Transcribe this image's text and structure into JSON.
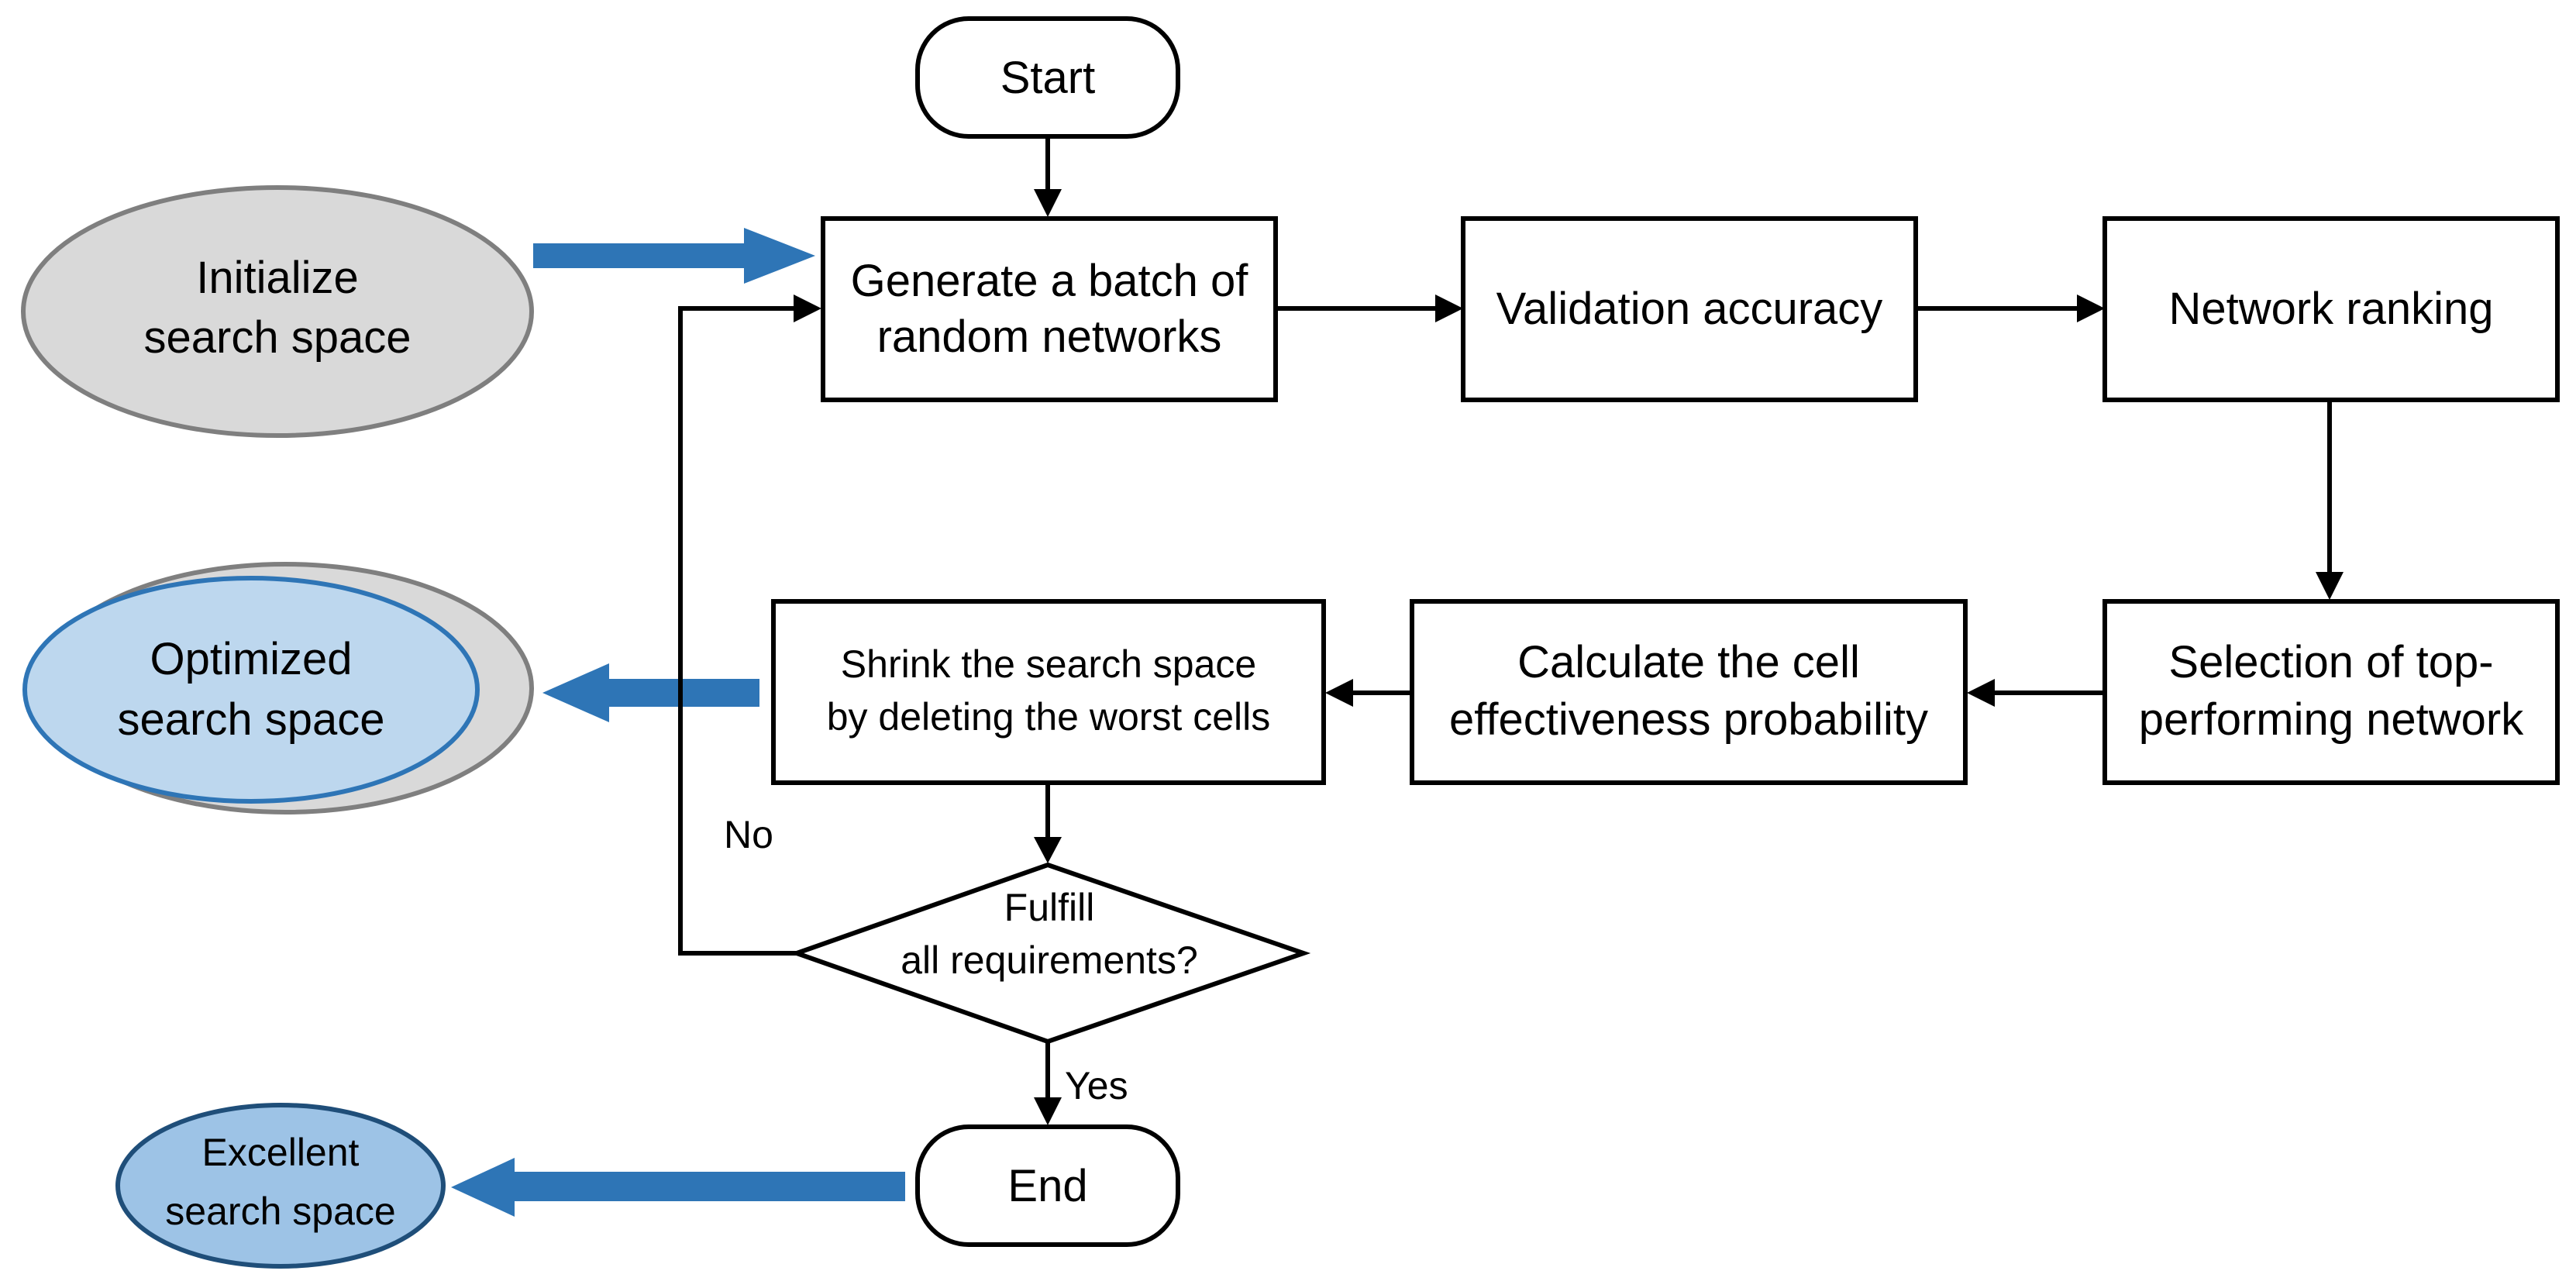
{
  "colors": {
    "blue_arrow": "#2e75b6",
    "gray_ellipse_fill": "#d9d9d9",
    "gray_ellipse_stroke": "#7f7f7f",
    "light_blue_fill": "#bdd7ee",
    "blue_stroke": "#2e75b6",
    "excellent_fill": "#9dc3e6",
    "excellent_stroke": "#1f4e79"
  },
  "nodes": {
    "start": "Start",
    "generate": [
      "Generate a batch of",
      "random networks"
    ],
    "validation": "Validation accuracy",
    "ranking": "Network ranking",
    "selection": [
      "Selection of top-",
      "performing network"
    ],
    "calculate": [
      "Calculate the cell",
      "effectiveness probability"
    ],
    "shrink": [
      "Shrink the search space",
      "by deleting the worst cells"
    ],
    "decision": [
      "Fulfill",
      "all requirements?"
    ],
    "end": "End"
  },
  "side_nodes": {
    "initialize": [
      "Initialize",
      "search space"
    ],
    "optimized": [
      "Optimized",
      "search space"
    ],
    "excellent": [
      "Excellent",
      "search space"
    ]
  },
  "edge_labels": {
    "no": "No",
    "yes": "Yes"
  }
}
